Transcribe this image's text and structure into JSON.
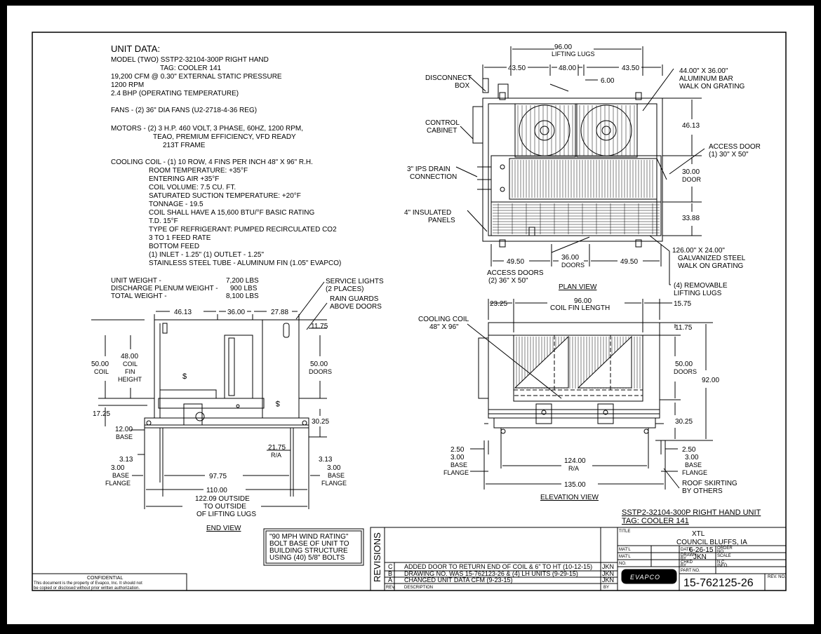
{
  "unit_data": {
    "heading": "UNIT DATA:",
    "lines": [
      "MODEL (TWO) SSTP2-32104-300P RIGHT HAND",
      "TAG: COOLER 141",
      "19,200 CFM @ 0.30\" EXTERNAL STATIC PRESSURE",
      "1200 RPM",
      "2.4 BHP (OPERATING TEMPERATURE)",
      "FANS - (2) 36\" DIA FANS (U2-2718-4-36 REG)",
      "MOTORS - (2) 3 H.P. 460 VOLT, 3 PHASE, 60HZ, 1200 RPM,",
      "TEAO, PREMIUM EFFICIENCY, VFD READY",
      "213T FRAME",
      "COOLING COIL - (1) 10 ROW, 4 FINS PER INCH 48\" X 96\" R.H.",
      "ROOM TEMPERATURE:     +35°F",
      "ENTERING AIR   +35°F",
      "COIL VOLUME:    7.5 CU. FT.",
      "SATURATED SUCTION TEMPERATURE:   +20°F",
      "TONNAGE - 19.5",
      "COIL SHALL HAVE A 15,600 BTU/°F BASIC RATING",
      "T.D.    15°F",
      "TYPE OF REFRIGERANT: PUMPED RECIRCULATED CO2",
      "3 TO 1 FEED RATE",
      "BOTTOM FEED",
      "(1) INLET - 1.25\"   (1) OUTLET - 1.25\"",
      "STAINLESS STEEL TUBE - ALUMINUM FIN (1.05\" EVAPCO)"
    ]
  },
  "weights": {
    "rows": [
      {
        "label": "UNIT WEIGHT -",
        "value": "7,200 LBS"
      },
      {
        "label": "DISCHARGE PLENUM WEIGHT -",
        "value": "900 LBS"
      },
      {
        "label": "TOTAL WEIGHT -",
        "value": "8,100 LBS"
      }
    ]
  },
  "end_view": {
    "title": "END VIEW",
    "dims": {
      "d46": "46.13",
      "d36": "36.00",
      "d27": "27.88",
      "d1175": "11.75",
      "d48a": "48.00",
      "d48b": "COIL",
      "d48c": "FIN",
      "d48d": "HEIGHT",
      "d50a": "50.00",
      "d50b": "COIL",
      "doors50a": "50.00",
      "doors50b": "DOORS",
      "d1725": "17.25",
      "d3025": "30.25",
      "base12a": "12.00",
      "base12b": "BASE",
      "d2175a": "21.75",
      "d2175b": "R/A",
      "d313l": "3.13",
      "d313r": "3.13",
      "flangeL1": "3.00",
      "flangeL2": "BASE",
      "flangeL3": "FLANGE",
      "flangeR1": "3.00",
      "flangeR2": "BASE",
      "flangeR3": "FLANGE",
      "d9775": "97.75",
      "d110": "110.00",
      "outside1": "122.09 OUTSIDE",
      "outside2": "TO OUTSIDE",
      "outside3": "OF LIFTING LUGS"
    },
    "service1": "SERVICE LIGHTS",
    "service2": "(2 PLACES)",
    "rain1": "RAIN GUARDS",
    "rain2": "ABOVE DOORS"
  },
  "plan_view": {
    "title": "PLAN VIEW",
    "d96a": "96.00",
    "d96b": "LIFTING LUGS",
    "d4350l": "43.50",
    "d48": "48.00",
    "d4350r": "43.50",
    "d600": "6.00",
    "disc1": "DISCONNECT",
    "disc2": "BOX",
    "ctrl1": "CONTROL",
    "ctrl2": "CABINET",
    "drain1": "3\" IPS DRAIN",
    "drain2": "CONNECTION",
    "ins1": "4\" INSULATED",
    "ins2": "PANELS",
    "walk44a": "44.00\" X 36.00\"",
    "walk44b": "ALUMINUM BAR",
    "walk44c": "WALK ON GRATING",
    "d4613": "46.13",
    "access1": "ACCESS DOOR",
    "access2": "(1) 30\" X 50\"",
    "door30a": "30.00",
    "door30b": "DOOR",
    "d3388": "33.88",
    "walk126a": "126.00\" X 24.00\"",
    "walk126b": "GALVANIZED STEEL",
    "walk126c": "WALK ON GRATING",
    "d4950l": "49.50",
    "d36a": "36.00",
    "d36b": "DOORS",
    "d4950r": "49.50",
    "ad1": "ACCESS DOORS",
    "ad2": "(2) 36\" X 50\"",
    "lugs1": "(4) REMOVABLE",
    "lugs2": "LIFTING LUGS"
  },
  "elevation_view": {
    "title": "ELEVATION VIEW",
    "d2325": "23.25",
    "d96a": "96.00",
    "d96b": "COIL FIN LENGTH",
    "d1575": "15.75",
    "coil1": "COOLING COIL",
    "coil2": "48\" X 96\"",
    "d1175": "11.75",
    "doors1": "50.00",
    "doors2": "DOORS",
    "d92": "92.00",
    "d3025": "30.25",
    "d250l": "2.50",
    "fl1": "3.00",
    "fl2": "BASE",
    "fl3": "FLANGE",
    "d250r": "2.50",
    "fr1": "3.00",
    "fr2": "BASE",
    "fr3": "FLANGE",
    "d124a": "124.00",
    "d124b": "R/A",
    "d135": "135.00",
    "roof1": "ROOF SKIRTING",
    "roof2": "BY OTHERS"
  },
  "wind_note": [
    "\"90 MPH WIND RATING\"",
    "BOLT BASE OF UNIT TO",
    "BUILDING STRUCTURE",
    "USING (40) 5/8\" BOLTS"
  ],
  "confidential": {
    "title": "CONFIDENTIAL",
    "line1": "This document is the property of Evapco, Inc.  It should not",
    "line2": "be copied or disclosed without prior written authorization."
  },
  "revisions": {
    "label": "REVISIONS",
    "rows": [
      {
        "rev": "C",
        "desc": "ADDED DOOR TO RETURN END OF COIL & 6\" TO HT (10-12-15)",
        "by": "JKN"
      },
      {
        "rev": "B",
        "desc": "DRAWING NO. WAS 15-762123-26 & (4) LH UNITS (9-29-15)",
        "by": "JKN"
      },
      {
        "rev": "A",
        "desc": "CHANGED UNIT DATA CFM (9-23-15)",
        "by": "JKN"
      }
    ],
    "h_rev": "REV.",
    "h_desc": "DESCRIPTION",
    "h_by": "BY"
  },
  "title_block": {
    "unit_title1": "SSTP2-32104-300P RIGHT HAND UNIT",
    "unit_title2": "TAG: COOLER 141",
    "lbl_title": "TITLE",
    "title_value": "XTL",
    "location": "COUNCIL BLUFFS, IA",
    "lbl_matl1": "MAT'L",
    "lbl_matl2": "MAT'L",
    "lbl_matl3": "NO.",
    "lbl_date": "DATE",
    "date": "6-26-15",
    "lbl_order": "ORDER",
    "lbl_order2": "NO.",
    "lbl_drawn": "DRAWN",
    "lbl_drawn2": "BY",
    "drawn_by": "JKN",
    "lbl_scale": "SCALE",
    "lbl_chkd": "CHKD",
    "lbl_chkd2": "BY",
    "lbl_nc": "N.C.",
    "lbl_nc2": "INFO.",
    "lbl_part": "PART NO.",
    "lbl_rev": "REV. NO.",
    "logo": "EVAPCO",
    "drawing_no": "15-762125-26"
  }
}
